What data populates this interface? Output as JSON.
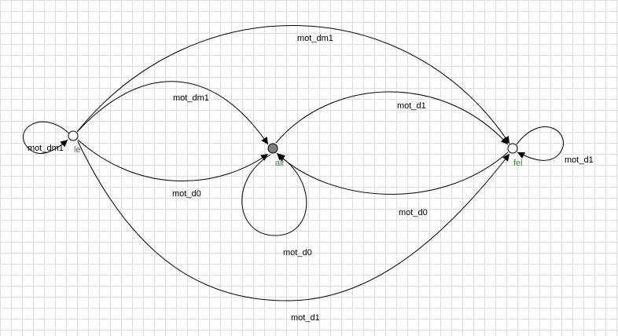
{
  "colors": {
    "grid": "#dedede",
    "state_fill": "#ffffff",
    "state_fill_current": "#808080",
    "state_label": "#2e8b2e",
    "edge": "#000000"
  },
  "states": [
    {
      "id": "le",
      "label": "le",
      "current": false
    },
    {
      "id": "all",
      "label": "all",
      "current": true
    },
    {
      "id": "fel",
      "label": "fel",
      "current": false
    }
  ],
  "transitions": [
    {
      "from": "le",
      "to": "le",
      "label": "mot_dm1"
    },
    {
      "from": "le",
      "to": "fel",
      "label": "mot_dm1"
    },
    {
      "from": "le",
      "to": "all",
      "label": "mot_dm1"
    },
    {
      "from": "all",
      "to": "fel",
      "label": "mot_d1"
    },
    {
      "from": "le",
      "to": "all",
      "label": "mot_d0"
    },
    {
      "from": "fel",
      "to": "all",
      "label": "mot_d0"
    },
    {
      "from": "all",
      "to": "all",
      "label": "mot_d0"
    },
    {
      "from": "fel",
      "to": "fel",
      "label": "mot_d1"
    },
    {
      "from": "le",
      "to": "fel",
      "label": "mot_d1"
    }
  ]
}
